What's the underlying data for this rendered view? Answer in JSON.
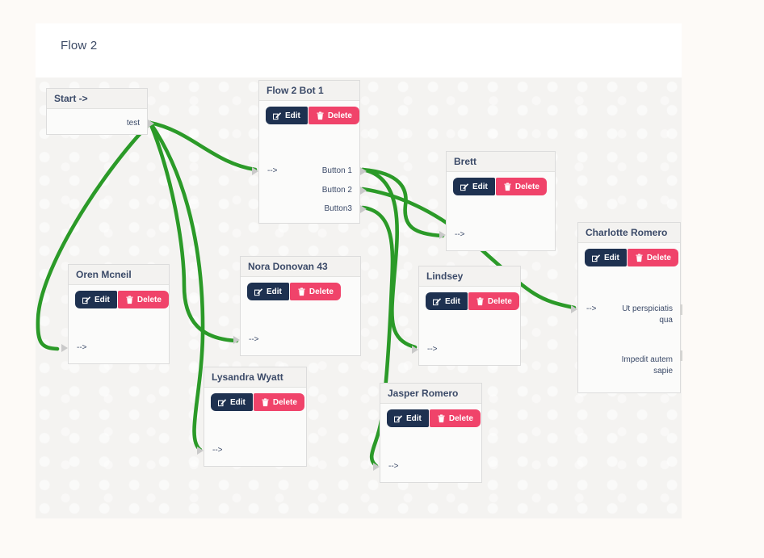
{
  "window": {
    "title": "Flow 2"
  },
  "labels": {
    "edit": "Edit",
    "delete": "Delete",
    "input_arrow": "-->"
  },
  "colors": {
    "navy_button": "#1e3150",
    "pink_button": "#f0436a",
    "wire_green": "#2b9a28",
    "node_border": "#dcdcdc",
    "node_header_bg": "#f3f2f0",
    "text_navy": "#3b4a68"
  },
  "nodes": {
    "start": {
      "title": "Start ->",
      "output": "test"
    },
    "bot": {
      "title": "Flow 2 Bot 1",
      "outputs": [
        "Button 1",
        "Button 2",
        "Button3"
      ]
    },
    "brett": {
      "title": "Brett"
    },
    "charlotte": {
      "title": "Charlotte Romero",
      "outputs": [
        "Ut perspiciatis qua",
        "Impedit autem sapie"
      ]
    },
    "oren": {
      "title": "Oren Mcneil"
    },
    "nora": {
      "title": "Nora Donovan 43"
    },
    "lindsey": {
      "title": "Lindsey"
    },
    "lysandra": {
      "title": "Lysandra Wyatt"
    },
    "jasper": {
      "title": "Jasper Romero"
    }
  },
  "connections": [
    {
      "from": "start.test",
      "to": "flow2bot1.input"
    },
    {
      "from": "start.test",
      "to": "oren.input"
    },
    {
      "from": "start.test",
      "to": "nora.input"
    },
    {
      "from": "start.test",
      "to": "lysandra.input"
    },
    {
      "from": "flow2bot1.button1",
      "to": "brett.input"
    },
    {
      "from": "flow2bot1.button1",
      "to": "lindsey.input"
    },
    {
      "from": "flow2bot1.button2",
      "to": "charlotte.input"
    },
    {
      "from": "flow2bot1.button3",
      "to": "jasper.input"
    }
  ]
}
